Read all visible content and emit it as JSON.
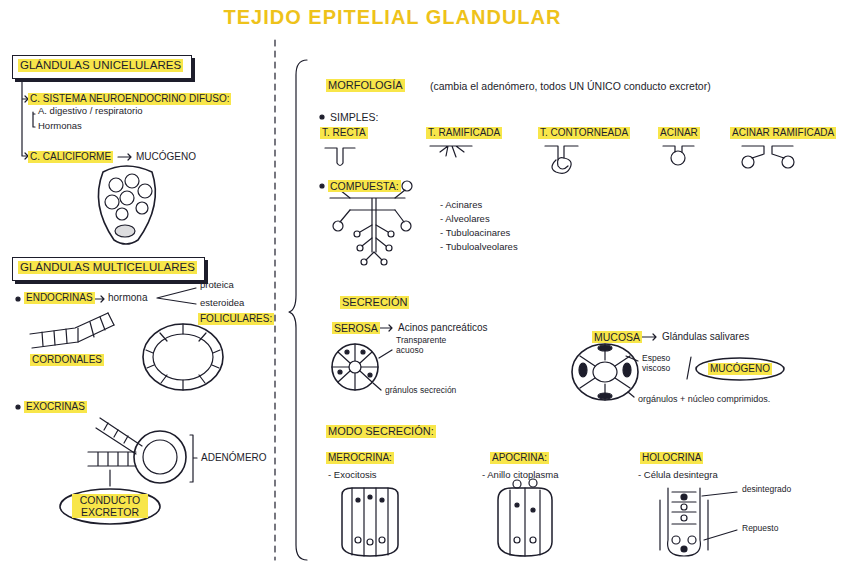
{
  "diagram": {
    "title": "TEJIDO EPITELIAL GLANDULAR",
    "nodes": [
      {
        "text": [
          "GLÁNDULAS UNICELULARES"
        ]
      },
      {
        "text": [
          "GLÁNDULAS MULTICELULARES"
        ]
      },
      {
        "text": [
          "CONDUCTO EXCRETOR"
        ]
      },
      {
        "text": [
          "MUCÓGENO"
        ]
      }
    ],
    "labels": [
      "C. SISTEMA NEUROENDOCRINO DIFUSO:",
      "A. digestivo / respiratorio",
      "Hormonas",
      "C. CALICIFORME",
      "MUCÓGENO",
      "ENDOCRINAS",
      "hormona",
      "proteica",
      "esteroidea",
      "FOLICULARES:",
      "CORDONALES",
      "EXOCRINAS",
      "ADENÓMERO",
      "MORFOLOGÍA",
      "(cambia el adenómero, todos UN ÚNICO conducto excretor)",
      "SIMPLES:",
      "T. RECTA",
      "T. RAMIFICADA",
      "T. CONTORNEADA",
      "ACINAR",
      "ACINAR RAMIFICADA",
      "COMPUESTA:",
      "- Acinares",
      "- Alveolares",
      "- Tubuloacinares",
      "- Tubuloalveolares",
      "SECRECIÓN",
      "SEROSA",
      "Acinos pancreáticos",
      "Transparente acuoso",
      "gránulos secreción",
      "MUCOSA",
      "Glándulas salivares",
      "Espeso viscoso",
      "orgánulos + núcleo comprimidos.",
      "MODO SECRECIÓN:",
      "MEROCRINA:",
      "- Exocitosis",
      "APOCRINA:",
      "- Anillo citoplasma",
      "HOLOCRINA",
      "- Célula desintegra",
      "desintegrado",
      "Repuesto"
    ]
  }
}
